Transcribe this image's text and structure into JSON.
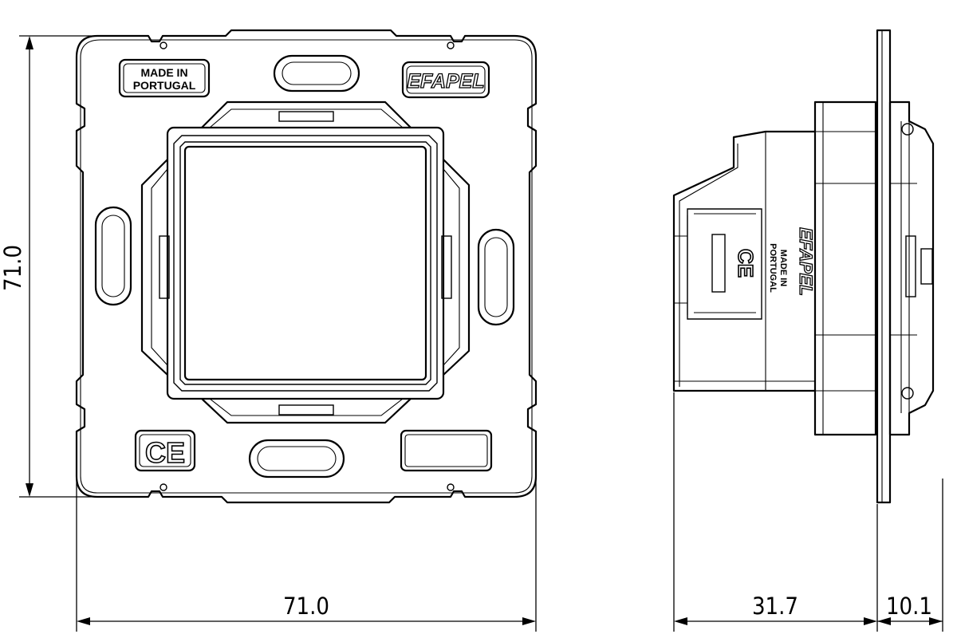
{
  "front_view": {
    "origin_label": "MADE IN PORTUGAL",
    "origin_line1": "MADE IN",
    "origin_line2": "PORTUGAL",
    "brand": "EFAPEL",
    "certification": "CE"
  },
  "side_view": {
    "brand": "EFAPEL",
    "origin_line1": "MADE IN",
    "origin_line2": "PORTUGAL",
    "certification": "CE"
  },
  "dimensions": {
    "height": "71.0",
    "width": "71.0",
    "depth_body": "31.7",
    "depth_front": "10.1"
  }
}
